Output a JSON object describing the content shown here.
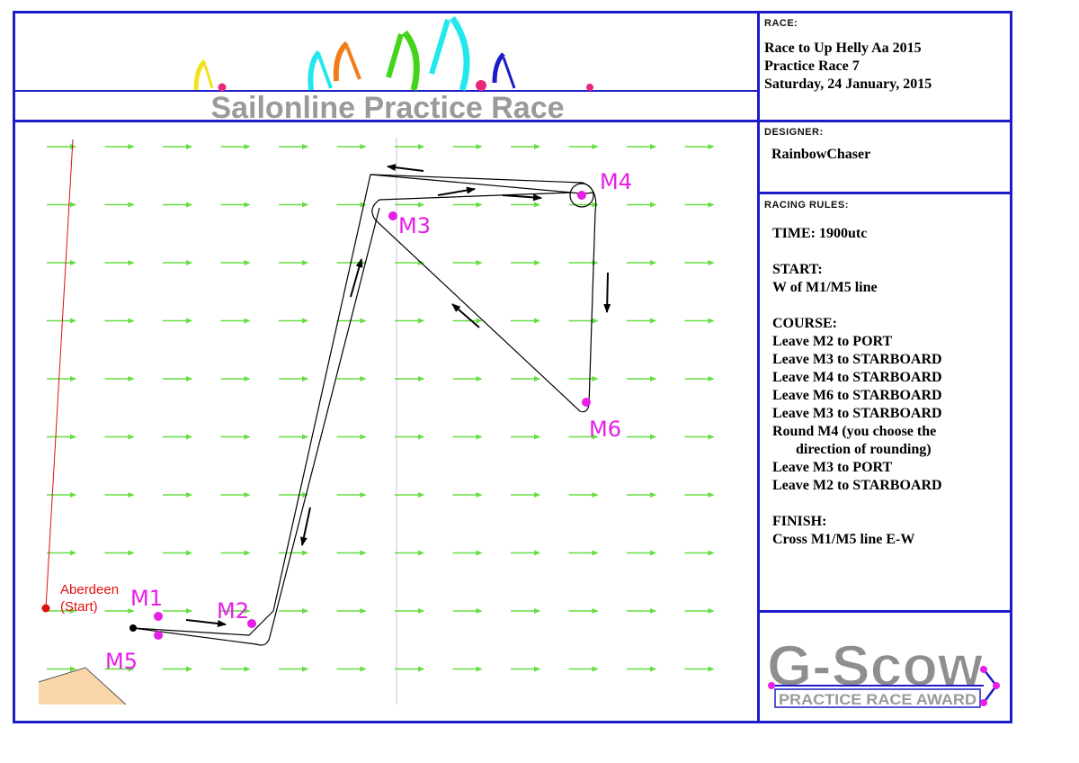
{
  "banner": {
    "title": "Sailonline Practice Race"
  },
  "race": {
    "label": "RACE:",
    "lines": [
      "Race to Up Helly Aa 2015",
      "Practice Race 7",
      "Saturday, 24 January, 2015"
    ]
  },
  "designer": {
    "label": "DESIGNER:",
    "name": "RainbowChaser"
  },
  "rules": {
    "label": "RACING RULES:",
    "time": "TIME: 1900utc",
    "start_heading": "START:",
    "start_text": "W of M1/M5 line",
    "course_heading": "COURSE:",
    "course": [
      "Leave M2 to PORT",
      "Leave M3 to STARBOARD",
      "Leave M4 to STARBOARD",
      "Leave M6 to STARBOARD",
      "Leave M3 to STARBOARD",
      "Round M4 (you choose the",
      "direction of rounding)",
      "Leave M3 to PORT",
      "Leave M2 to STARBOARD"
    ],
    "finish_heading": "FINISH:",
    "finish_text": "Cross M1/M5 line E-W"
  },
  "map": {
    "marks": [
      "M1",
      "M2",
      "M3",
      "M4",
      "M5",
      "M6"
    ],
    "start_city": "Aberdeen",
    "start_city_note": "(Start)",
    "wind_arrow_color": "#66dd44",
    "mark_color": "#e61ee6"
  },
  "award": {
    "logo": "G-Scow",
    "subtitle": "PRACTICE RACE AWARD"
  },
  "colors": {
    "frame": "#1c1cc8",
    "land": "#fad7a8",
    "rhumb": "#e01010"
  }
}
